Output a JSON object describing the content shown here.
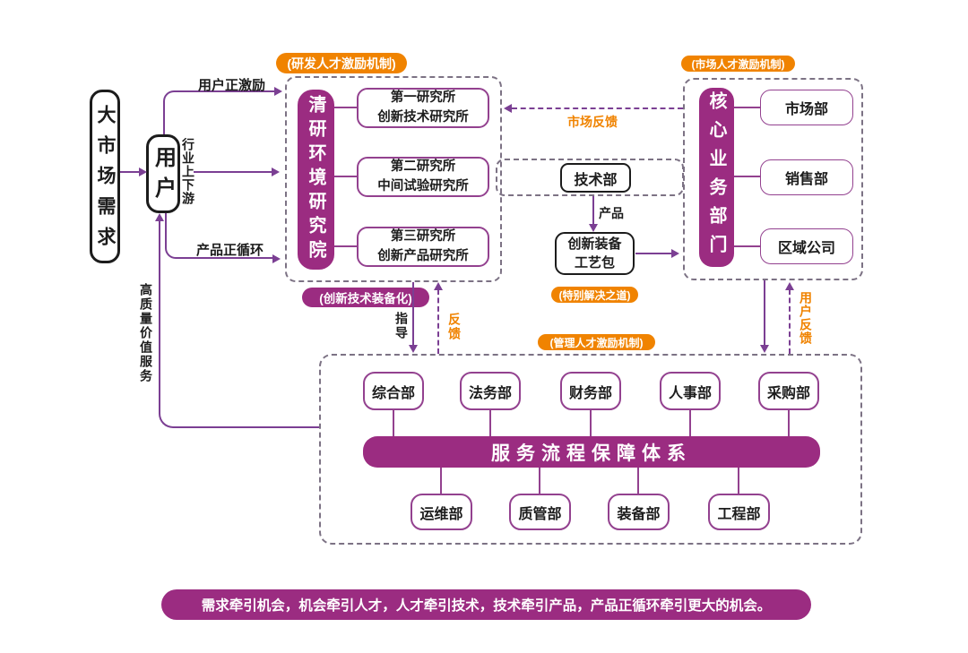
{
  "colors": {
    "magenta": "#9B2C81",
    "orange": "#F08300",
    "box_border_purple": "#93418F",
    "arrow_purple": "#7B3F93",
    "dash_gray": "#7C7284",
    "text_black": "#1c1c1c"
  },
  "left": {
    "market_demand": "大市场需求",
    "user": "用户",
    "arrow_top": "用户正激励",
    "arrow_middle": "行业上下游",
    "arrow_bottom": "产品正循环",
    "arrow_up": "高质量价值服务"
  },
  "research": {
    "tag": "(研发人才激励机制)",
    "core": "清研环境研究院",
    "institutes": [
      {
        "line1": "第一研究所",
        "line2": "创新技术研究所"
      },
      {
        "line1": "第二研究所",
        "line2": "中间试验研究所"
      },
      {
        "line1": "第三研究所",
        "line2": "创新产品研究所"
      }
    ],
    "bottom_tag": "(创新技术装备化)"
  },
  "middle": {
    "tech_dept": "技术部",
    "product_label": "产品",
    "package_line1": "创新装备",
    "package_line2": "工艺包",
    "special_tag": "(特别解决之道)",
    "market_feedback": "市场反馈"
  },
  "market": {
    "tag": "(市场人才激励机制)",
    "core": "核心业务部门",
    "departments": [
      "市场部",
      "销售部",
      "区域公司"
    ]
  },
  "management": {
    "tag": "(管理人才激励机制)",
    "top_row": [
      "综合部",
      "法务部",
      "财务部",
      "人事部",
      "采购部"
    ],
    "banner": "服务流程保障体系",
    "bottom_row": [
      "运维部",
      "质管部",
      "装备部",
      "工程部"
    ]
  },
  "vertical_arrows": {
    "guide": "指导",
    "feedback": "反馈",
    "user_feedback": "用户反馈"
  },
  "footer": "需求牵引机会，机会牵引人才，人才牵引技术，技术牵引产品，产品正循环牵引更大的机会。"
}
